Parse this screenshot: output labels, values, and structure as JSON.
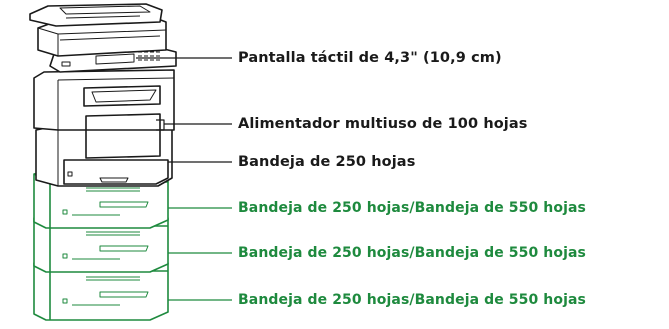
{
  "colors": {
    "printer_stroke": "#1a1a1a",
    "tray_green": "#1e8a3e",
    "callout_black": "#1a1a1a",
    "callout_green": "#1e8a3e"
  },
  "callouts": {
    "touchscreen": "Pantalla táctil de 4,3\" (10,9 cm)",
    "multipurpose_feeder": "Alimentador multiuso de 100 hojas",
    "standard_tray": "Bandeja de 250 hojas",
    "optional_tray_1": "Bandeja de 250 hojas/Bandeja de 550 hojas",
    "optional_tray_2": "Bandeja de 250 hojas/Bandeja de 550 hojas",
    "optional_tray_3": "Bandeja de 250 hojas/Bandeja de 550 hojas"
  }
}
